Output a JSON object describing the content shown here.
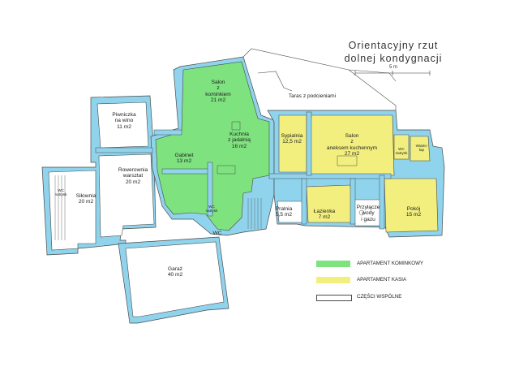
{
  "title": {
    "line1": "Orientacyjny rzut",
    "line2": "dolnej kondygnacji"
  },
  "scale": {
    "label": "5 m"
  },
  "colors": {
    "wall": "#8fd3ec",
    "green": "#7ee27e",
    "yellow": "#f2ef7e",
    "common": "#ffffff",
    "line": "#4a4a4a"
  },
  "rooms": {
    "salon_kominek": {
      "l1": "Salon",
      "l2": "z",
      "l3": "kominkiem",
      "l4": "21 m2"
    },
    "kuchnia": {
      "l1": "Kuchnia",
      "l2": "z jadalnią",
      "l3": "16 m2"
    },
    "gabinet": {
      "l1": "Gabinet",
      "l2": "13 m2"
    },
    "sypialnia": {
      "l1": "Sypialnia",
      "l2": "12,5 m2"
    },
    "salon_aneks": {
      "l1": "Salon",
      "l2": "z",
      "l3": "aneksem kuchennym",
      "l4": "27 m2"
    },
    "wc_natrysk_right": {
      "l1": "WC",
      "l2": "natrysk"
    },
    "wiatrolap": {
      "l1": "Wiatro-",
      "l2": "łap"
    },
    "taras": {
      "l1": "Taras z podcieniami"
    },
    "piwniczka": {
      "l1": "Piwniczka",
      "l2": "na wino",
      "l3": "11 m2"
    },
    "rowerownia": {
      "l1": "Rowerownia",
      "l2": "warsztat",
      "l3": "20 m2"
    },
    "silownia": {
      "l1": "Siłownia",
      "l2": "20 m2"
    },
    "wc_natrysk_left": {
      "l1": "WC",
      "l2": "natrysk"
    },
    "wc_natrysk_mid": {
      "l1": "WC",
      "l2": "natrysk"
    },
    "wc": {
      "l1": "WC"
    },
    "pralnia": {
      "l1": "Pralnia",
      "l2": "5,5 m2"
    },
    "lazienka": {
      "l1": "Łazienka",
      "l2": "7 m2"
    },
    "przylacze": {
      "l1": "Przyłącze",
      "l2": "wody",
      "l3": "i gazu"
    },
    "pokoj": {
      "l1": "Pokój",
      "l2": "15 m2"
    },
    "garaz": {
      "l1": "Garaż",
      "l2": "40 m2"
    }
  },
  "legend": [
    {
      "label": "APARTAMENT KOMINKOWY",
      "color": "#7ee27e"
    },
    {
      "label": "APARTAMENT KASIA",
      "color": "#f2ef7e"
    },
    {
      "label": "CZĘŚCI WSPÓLNE",
      "color": "#ffffff"
    }
  ]
}
